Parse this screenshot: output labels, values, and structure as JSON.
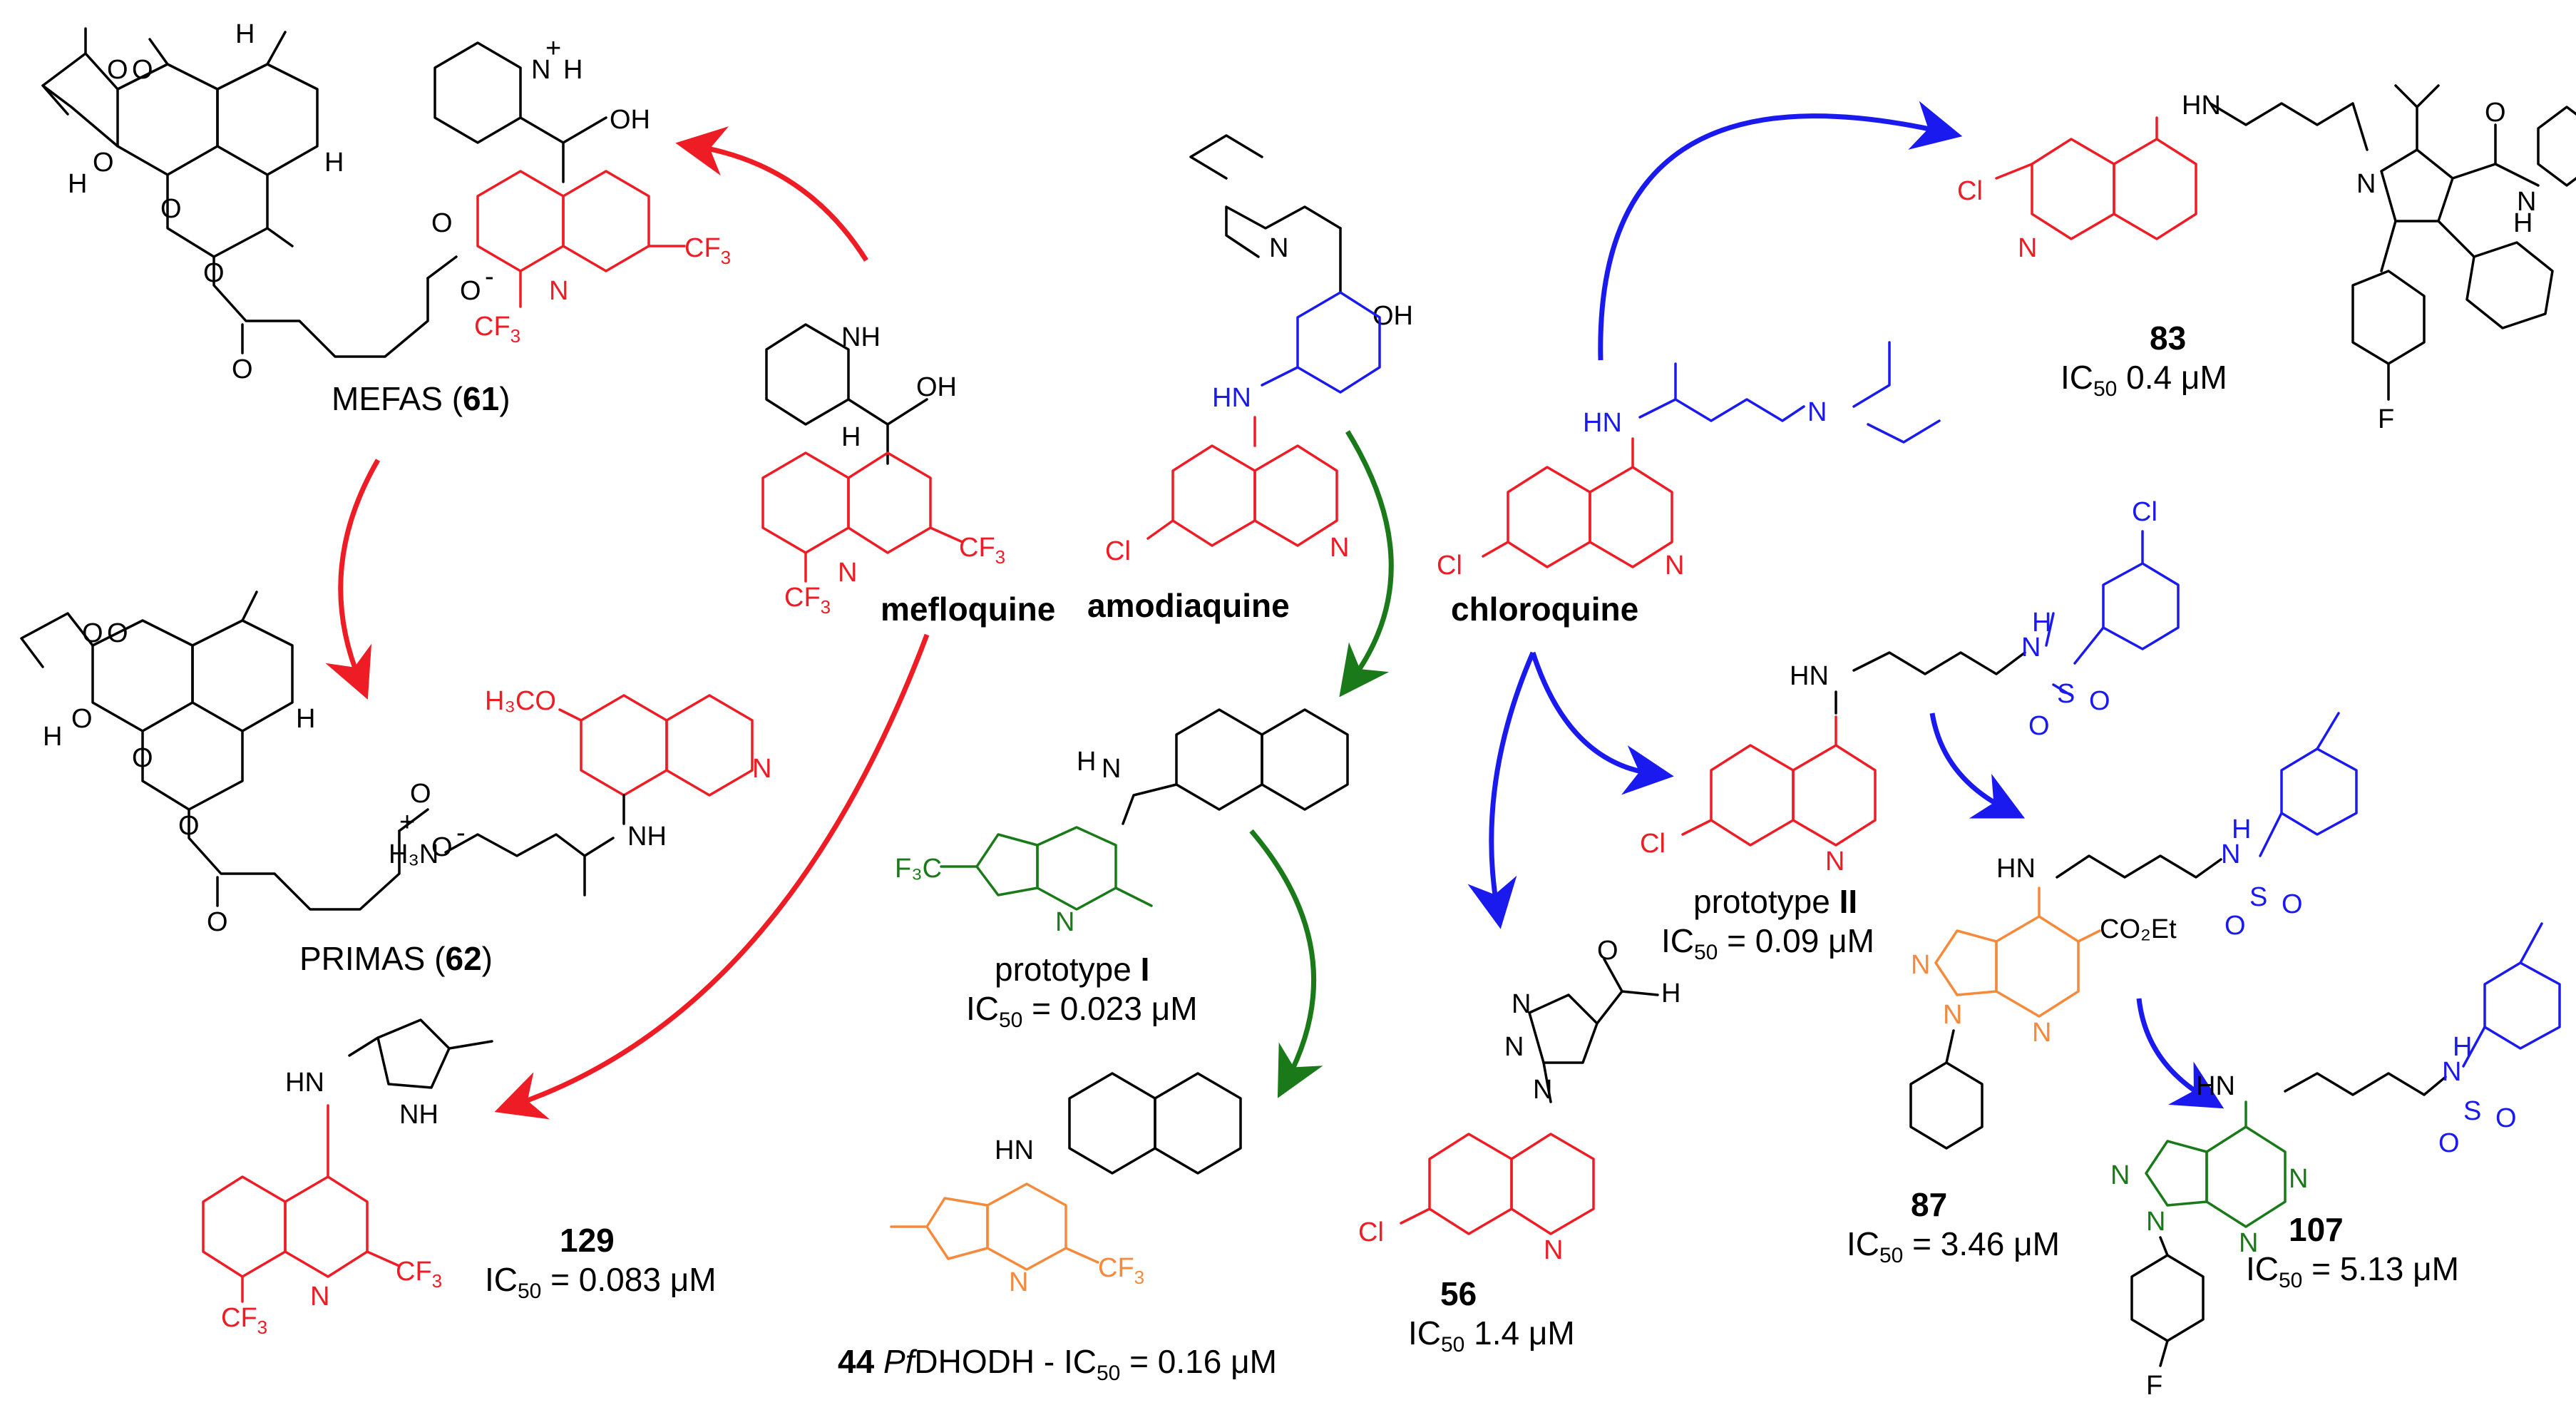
{
  "colors": {
    "red": "#ee1c24",
    "blue": "#1a1aee",
    "green": "#1a7a1a",
    "orange": "#f58a3c",
    "black": "#000000"
  },
  "compounds": {
    "mefas": {
      "name": "MEFAS",
      "number": "61"
    },
    "primas": {
      "name": "PRIMAS",
      "number": "62"
    },
    "mefloquine": {
      "name": "mefloquine"
    },
    "amodiaquine": {
      "name": "amodiaquine"
    },
    "chloroquine": {
      "name": "chloroquine"
    },
    "prototype1": {
      "name": "prototype",
      "numeral": "I",
      "ic50_label": "IC",
      "ic50_sub": "50",
      "ic50_value": " = 0.023 μM"
    },
    "prototype2": {
      "name": "prototype",
      "numeral": "II",
      "ic50_label": "IC",
      "ic50_sub": "50",
      "ic50_value": " = 0.09 μM"
    },
    "c83": {
      "number": "83",
      "ic50_label": "IC",
      "ic50_sub": "50",
      "ic50_value": " 0.4 μM"
    },
    "c129": {
      "number": "129",
      "ic50_label": "IC",
      "ic50_sub": "50",
      "ic50_value": " = 0.083 μM"
    },
    "c56": {
      "number": "56",
      "ic50_label": "IC",
      "ic50_sub": "50",
      "ic50_value": " 1.4 μM"
    },
    "c87": {
      "number": "87",
      "ic50_label": "IC",
      "ic50_sub": "50",
      "ic50_value": " = 3.46 μM"
    },
    "c107": {
      "number": "107",
      "ic50_label": "IC",
      "ic50_sub": "50",
      "ic50_value": " = 5.13 μM"
    },
    "c44": {
      "number": "44",
      "target_italic": "Pf",
      "target": "DHODH - IC",
      "ic50_sub": "50",
      "ic50_value": " = 0.16 μM"
    }
  },
  "atoms": {
    "cl": "Cl",
    "n": "N",
    "nh": "NH",
    "hn": "HN",
    "h": "H",
    "oh": "OH",
    "o": "O",
    "f": "F",
    "s": "S",
    "cf3": "CF",
    "sub3": "3",
    "h3co": "H₃CO",
    "h3n": "H₃N",
    "co2et": "CO₂Et",
    "plus": "+",
    "minus": "-",
    "f3c": "F₃C"
  }
}
